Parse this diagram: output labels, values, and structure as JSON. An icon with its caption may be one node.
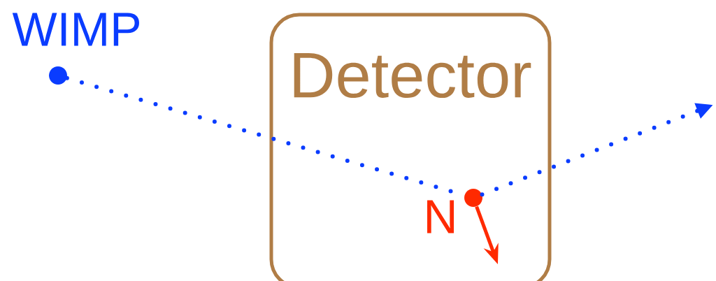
{
  "diagram": {
    "nodes": [
      {
        "text": [],
        "shape": "circle",
        "beside": [
          "WIMP"
        ]
      },
      {
        "text": [
          "Detector"
        ]
      },
      {
        "text": [],
        "shape": "circle",
        "beside": [
          "N"
        ],
        "in": 1
      }
    ],
    "edges": [
      {
        "from": 0,
        "to": 2,
        "arrow": "none",
        "style": "dashed",
        "color": "#0a3cff"
      },
      {
        "from": 2,
        "to": null,
        "arrow": "to",
        "style": "dashed",
        "color": "#0a3cff"
      },
      {
        "from": 2,
        "to": null,
        "arrow": "to",
        "color": "#ff2a00"
      }
    ]
  }
}
